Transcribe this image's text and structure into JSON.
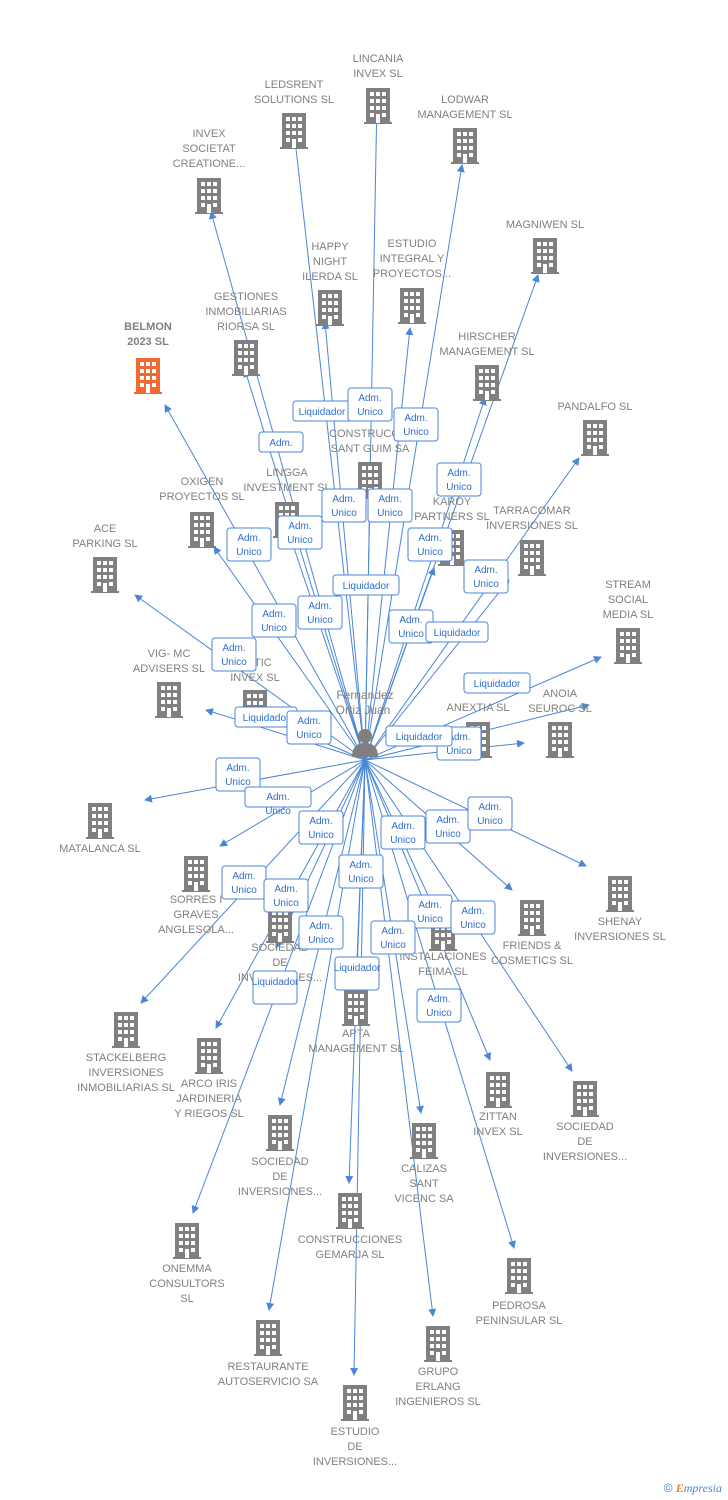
{
  "colors": {
    "edge": "#4a86d8",
    "building": "#808080",
    "highlight": "#f26a32"
  },
  "person": {
    "name_lines": [
      "Fernandez",
      "Ortiz Juan"
    ],
    "icon": "person-icon"
  },
  "footer": {
    "copyright": "©",
    "brand_first": "E",
    "brand_rest": "mpresia"
  },
  "nodes": [
    {
      "id": "lincania",
      "lines": [
        "LINCANIA",
        "INVEX  SL"
      ]
    },
    {
      "id": "ledsrent",
      "lines": [
        "LEDSRENT",
        "SOLUTIONS SL"
      ]
    },
    {
      "id": "lodwar",
      "lines": [
        "LODWAR",
        "MANAGEMENT SL"
      ]
    },
    {
      "id": "invex-soc",
      "lines": [
        "INVEX",
        "SOCIETAT",
        "CREATIONE..."
      ]
    },
    {
      "id": "magniwen",
      "lines": [
        "MAGNIWEN SL"
      ]
    },
    {
      "id": "happy-night",
      "lines": [
        "HAPPY",
        "NIGHT",
        "ILERDA SL"
      ]
    },
    {
      "id": "estudio-integral",
      "lines": [
        "ESTUDIO",
        "INTEGRAL Y",
        "PROYECTOS..."
      ]
    },
    {
      "id": "gestiones",
      "lines": [
        "GESTIONES",
        "INMOBILIARIAS",
        "RIORSA  SL"
      ]
    },
    {
      "id": "belmon",
      "lines": [
        "BELMON",
        "2023  SL"
      ],
      "highlight": true
    },
    {
      "id": "hirscher",
      "lines": [
        "HIRSCHER",
        "MANAGEMENT SL"
      ]
    },
    {
      "id": "pandalfo",
      "lines": [
        "PANDALFO SL"
      ]
    },
    {
      "id": "construcc",
      "lines": [
        "CONSTRUCCIO",
        "SANT GUIM SA"
      ]
    },
    {
      "id": "lingga",
      "lines": [
        "LINGGA",
        "INVESTMENT SL"
      ]
    },
    {
      "id": "oxigen",
      "lines": [
        "OXIGEN",
        "PROYECTOS SL"
      ]
    },
    {
      "id": "karoy",
      "lines": [
        "KAROY",
        "PARTNERS SL"
      ]
    },
    {
      "id": "tarracomar",
      "lines": [
        "TARRACOMAR",
        "INVERSIONES SL"
      ]
    },
    {
      "id": "ace",
      "lines": [
        "ACE",
        "PARKING  SL"
      ]
    },
    {
      "id": "stream",
      "lines": [
        "STREAM",
        "SOCIAL",
        "MEDIA SL"
      ]
    },
    {
      "id": "vig",
      "lines": [
        "VIG- MC",
        "ADVISERS SL"
      ]
    },
    {
      "id": "matic",
      "lines": [
        "MATIC",
        "INVEX  SL"
      ]
    },
    {
      "id": "anextia",
      "lines": [
        "ANEXTIA SL"
      ]
    },
    {
      "id": "anoia",
      "lines": [
        "ANOIA",
        "SEUROC SL"
      ]
    },
    {
      "id": "matalanca",
      "lines": [
        "MATALANCA SL"
      ]
    },
    {
      "id": "shenay",
      "lines": [
        "SHENAY",
        "INVERSIONES SL"
      ]
    },
    {
      "id": "sorres",
      "lines": [
        "SORRES I",
        "GRAVES",
        "ANGLESOLA..."
      ]
    },
    {
      "id": "friends",
      "lines": [
        "FRIENDS &",
        "COSMETICS SL"
      ]
    },
    {
      "id": "sociedad-1",
      "lines": [
        "SOCIEDAD",
        "DE",
        "INVERSIONES..."
      ]
    },
    {
      "id": "instalaciones",
      "lines": [
        "INSTALACIONES",
        "FEIMA SL"
      ]
    },
    {
      "id": "stackelberg",
      "lines": [
        "STACKELBERG",
        "INVERSIONES",
        "INMOBILIARIAS SL"
      ]
    },
    {
      "id": "arco",
      "lines": [
        "ARCO IRIS",
        "JARDINERIA",
        "Y RIEGOS SL"
      ]
    },
    {
      "id": "mapta",
      "lines": [
        "APTA",
        "MANAGEMENT SL"
      ]
    },
    {
      "id": "zittan",
      "lines": [
        "ZITTAN",
        "INVEX SL"
      ]
    },
    {
      "id": "sociedad-2",
      "lines": [
        "SOCIEDAD",
        "DE",
        "INVERSIONES..."
      ]
    },
    {
      "id": "sociedad-3",
      "lines": [
        "SOCIEDAD",
        "DE",
        "INVERSIONES..."
      ]
    },
    {
      "id": "calizas",
      "lines": [
        "CALIZAS",
        "SANT",
        "VICENC SA"
      ]
    },
    {
      "id": "construcciones-gemarja",
      "lines": [
        "CONSTRUCCIONES",
        "GEMARJA SL"
      ]
    },
    {
      "id": "onemma",
      "lines": [
        "ONEMMA",
        "CONSULTORS",
        "SL"
      ]
    },
    {
      "id": "pedrosa",
      "lines": [
        "PEDROSA",
        "PENINSULAR SL"
      ]
    },
    {
      "id": "restaurante",
      "lines": [
        "RESTAURANTE",
        "AUTOSERVICIO SA"
      ]
    },
    {
      "id": "grupo-erlang",
      "lines": [
        "GRUPO",
        "ERLANG",
        "INGENIEROS SL"
      ]
    },
    {
      "id": "estudio-inv",
      "lines": [
        "ESTUDIO",
        "DE",
        "INVERSIONES..."
      ]
    }
  ],
  "badges": [
    {
      "lines": [
        "Liquidador"
      ]
    },
    {
      "lines": [
        "Adm.",
        "Unico"
      ]
    },
    {
      "lines": [
        "Adm.",
        "Unico"
      ]
    },
    {
      "lines": [
        "Adm."
      ]
    },
    {
      "lines": [
        "Adm.",
        "Unico"
      ]
    },
    {
      "lines": [
        "Adm.",
        "Unico"
      ]
    },
    {
      "lines": [
        "Adm.",
        "Unico"
      ]
    },
    {
      "lines": [
        "Adm.",
        "Unico"
      ]
    },
    {
      "lines": [
        "Adm.",
        "Unico"
      ]
    },
    {
      "lines": [
        "Adm.",
        "Unico"
      ]
    },
    {
      "lines": [
        "Adm.",
        "Unico"
      ]
    },
    {
      "lines": [
        "Liquidador"
      ]
    },
    {
      "lines": [
        "Adm.",
        "Unico"
      ]
    },
    {
      "lines": [
        "Adm.",
        "Unico"
      ]
    },
    {
      "lines": [
        "Adm.",
        "Unico"
      ]
    },
    {
      "lines": [
        "Adm.",
        "Unico"
      ]
    },
    {
      "lines": [
        "Liquidador"
      ]
    },
    {
      "lines": [
        "Liquidador"
      ]
    },
    {
      "lines": [
        "Liquidador"
      ]
    },
    {
      "lines": [
        "Adm.",
        "Unico"
      ]
    },
    {
      "lines": [
        "Adm.",
        "Unico"
      ]
    },
    {
      "lines": [
        "Adm.",
        "Unico"
      ]
    },
    {
      "lines": [
        "Liquidador"
      ]
    },
    {
      "lines": [
        "Adm.",
        "Unico"
      ]
    },
    {
      "lines": [
        "Adm.",
        "Unico"
      ]
    },
    {
      "lines": [
        "Adm.",
        "Unico"
      ]
    },
    {
      "lines": [
        "Adm.",
        "Unico"
      ]
    },
    {
      "lines": [
        "Adm.",
        "Unico"
      ]
    },
    {
      "lines": [
        "Adm.",
        "Unico"
      ]
    },
    {
      "lines": [
        "Adm.",
        "Unico"
      ]
    },
    {
      "lines": [
        "Adm.",
        "Unico"
      ]
    },
    {
      "lines": [
        "Adm.",
        "Unico"
      ]
    },
    {
      "lines": [
        "Adm.",
        "Unico"
      ]
    },
    {
      "lines": [
        "Adm.",
        "Unico"
      ]
    },
    {
      "lines": [
        "Adm.",
        "Unico"
      ]
    },
    {
      "lines": [
        "Liquidador"
      ]
    },
    {
      "lines": [
        "Liquidador"
      ]
    },
    {
      "lines": [
        "Adm.",
        "Unico"
      ]
    }
  ]
}
